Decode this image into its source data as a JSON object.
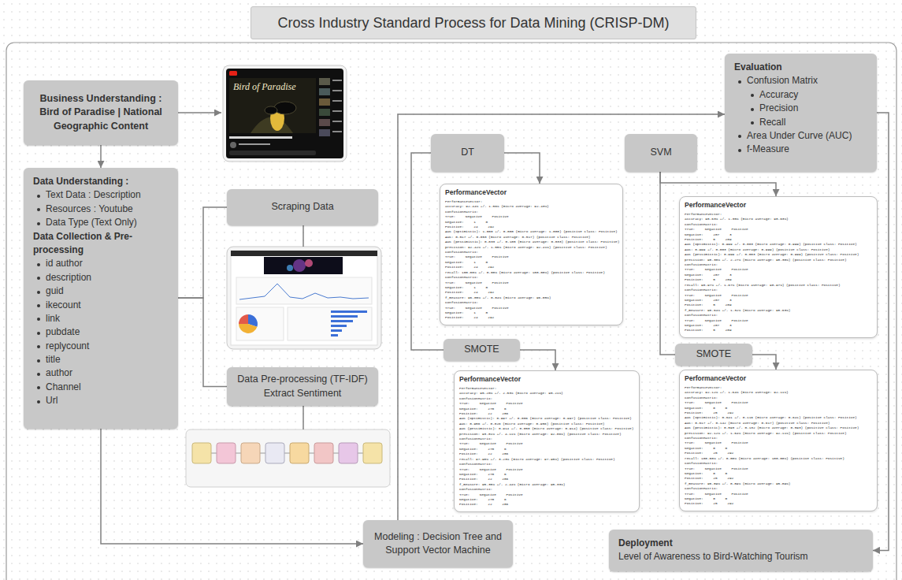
{
  "diagram": {
    "title": "Cross Industry Standard Process for Data Mining (CRISP-DM)",
    "nodes": [
      {
        "text": [
          "Business Understanding :",
          "Bird of Paradise | National Geographic Content"
        ]
      },
      {
        "text": [
          "Data Understanding :",
          "Text Data : Description",
          "Resources : Youtube",
          "Data Type (Text Only)",
          "Data Collection & Pre-processing",
          "id author",
          "description",
          "guid",
          "ikecount",
          "link",
          "pubdate",
          "replycount",
          "title",
          "author",
          "Channel",
          "Url"
        ]
      },
      {
        "text": [
          "Scraping Data"
        ]
      },
      {
        "text": [
          "Data Pre-processing (TF-IDF) Extract Sentiment"
        ]
      },
      {
        "text": [
          "Modeling : Decision Tree and Support Vector Machine"
        ]
      },
      {
        "text": [
          "DT"
        ]
      },
      {
        "text": [
          "PerformanceVector",
          "PerformanceVector:",
          "accuracy: 92.44% +/- 1.56% (micro average: 92.43%)",
          "ConfusionMatrix:",
          "True: Negative Positive",
          "Negative: 1 0",
          "Positive: 24 292",
          "AUC (optimistic): 1.000 +/- 0.000 (micro average: 1.000) (positive class: Positive)",
          "AUC: 0.517 +/- 0.053 (micro average: 0.517) (positive class: Positive)",
          "AUC (pessimistic): 0.033 +/- 0.105 (micro average: 0.033) (positive class: Positive)",
          "precision: 92.42% +/- 1.55% (micro average: 92.41%) (positive class: Positive)",
          "ConfusionMatrix:",
          "True: Negative Positive",
          "Negative: 1 0",
          "Positive: 24 292",
          "recall: 100.00% +/- 0.00% (micro average: 100.00%) (positive class: Positive)",
          "ConfusionMatrix:",
          "True: Negative Positive",
          "Negative: 1 0",
          "Positive: 24 292",
          "f_measure: 96.05% +/- 0.84% (micro average: 96.05%)",
          "ConfusionMatrix:",
          "True: Negative Positive",
          "Negative: 1 0",
          "Positive: 24 292"
        ]
      },
      {
        "text": [
          "SMOTE"
        ]
      },
      {
        "text": [
          "PerformanceVector",
          "PerformanceVector:",
          "accuracy: 95.20% +/- 2.53% (micro average: 95.21%)",
          "ConfusionMatrix:",
          "True: Negative Positive",
          "Negative: 270 6",
          "Positive: 22 286",
          "AUC (optimistic): 0.997 +/- 0.006 (micro average: 0.997) (positive class: Positive)",
          "AUC: 0.956 +/- 0.026 (micro average: 0.956) (positive class: Positive)",
          "AUC (pessimistic): 0.914 +/- 0.050 (micro average: 0.914) (positive class: Positive)",
          "precision: 93.81% +/- 4.11% (micro average: 92.86%) (positive class: Positive)",
          "ConfusionMatrix:",
          "True: Negative Positive",
          "Negative: 270 6",
          "Positive: 22 286",
          "recall: 97.90% +/- 3.23% (micro average: 97.95%) (positive class: Positive)",
          "ConfusionMatrix:",
          "True: Negative Positive",
          "Negative: 270 6",
          "Positive: 22 286",
          "f_measure: 95.35% +/- 2.44% (micro average: 95.33%)",
          "ConfusionMatrix:",
          "True: Negative Positive",
          "Negative: 270 6",
          "Positive: 22 286"
        ]
      },
      {
        "text": [
          "SVM"
        ]
      },
      {
        "text": [
          "PerformanceVector",
          "PerformanceVector:",
          "accuracy: 98.63% +/- 1.35% (micro average: 98.63%)",
          "ConfusionMatrix:",
          "True: Negative Positive",
          "Negative: 207 3",
          "Positive: 5 209",
          "AUC (optimistic): 0.999 +/- 0.003 (micro average: 0.999) (positive class: Positive)",
          "AUC: 0.999 +/- 0.003 (micro average: 0.999) (positive class: Positive)",
          "AUC (pessimistic): 0.999 +/- 0.003 (micro average: 0.999) (positive class: Positive)",
          "precision: 98.30% +/- 2.27% (micro average: 98.30%) (positive class: Positive)",
          "ConfusionMatrix:",
          "True: Negative Positive",
          "Negative: 207 3",
          "Positive: 5 209",
          "recall: 98.97% +/- 1.67% (micro average: 98.97%) (positive class: Positive)",
          "ConfusionMatrix:",
          "True: Negative Positive",
          "Negative: 207 3",
          "Positive: 5 209",
          "f_measure: 98.64% +/- 1.32% (micro average: 98.63%)",
          "ConfusionMatrix:",
          "True: Negative Positive",
          "Negative: 207 3",
          "Positive: 5 209"
        ]
      },
      {
        "text": [
          "SMOTE"
        ]
      },
      {
        "text": [
          "PerformanceVector",
          "PerformanceVector:",
          "accuracy: 92.12% +/- 1.64% (micro average: 92.11%)",
          "ConfusionMatrix:",
          "True: Negative Positive",
          "Negative: 0 0",
          "Positive: 25 292",
          "AUC (optimistic): 0.641 +/- 0.116 (micro average: 0.641) (positive class: Positive)",
          "AUC: 0.617 +/- 0.142 (micro average: 0.617) (positive class: Positive)",
          "AUC (pessimistic): 0.593 +/- 0.132 (micro average: 0.593) (positive class: Positive)",
          "precision: 92.12% +/- 1.64% (micro average: 92.11%) (positive class: Positive)",
          "ConfusionMatrix:",
          "True: Negative Positive",
          "Negative: 0 0",
          "Positive: 25 292",
          "recall: 100.00% +/- 0.00% (micro average: 100.00%) (positive class: Positive)",
          "ConfusionMatrix:",
          "True: Negative Positive",
          "Negative: 0 0",
          "Positive: 25 292",
          "f_measure: 95.89% +/- 0.89% (micro average: 95.89%)",
          "ConfusionMatrix:",
          "True: Negative Positive",
          "Negative: 0 0",
          "Positive: 25 292"
        ]
      },
      {
        "text": [
          "Evaluation",
          "Confusion Matrix",
          "Accuracy",
          "Precision",
          "Recall",
          "Area Under Curve (AUC)",
          "f-Measure"
        ]
      },
      {
        "text": [
          "Deployment",
          "Level of Awareness to Bird-Watching Tourism"
        ]
      }
    ],
    "edges": [
      {
        "from": 0,
        "to": 1,
        "arrow": "to"
      },
      {
        "from": 1,
        "to": 2,
        "arrow": "none"
      },
      {
        "from": 1,
        "to": 3,
        "arrow": "none"
      },
      {
        "from": 1,
        "to": 4,
        "arrow": "to"
      },
      {
        "from": 4,
        "to": 13,
        "arrow": "to"
      },
      {
        "from": 5,
        "to": 6,
        "arrow": "to"
      },
      {
        "from": 5,
        "to": 7,
        "arrow": "none"
      },
      {
        "from": 7,
        "to": 8,
        "arrow": "to"
      },
      {
        "from": 9,
        "to": 10,
        "arrow": "to"
      },
      {
        "from": 9,
        "to": 11,
        "arrow": "none"
      },
      {
        "from": 11,
        "to": 12,
        "arrow": "to"
      },
      {
        "from": 13,
        "to": 14,
        "arrow": "to"
      }
    ],
    "labels": [
      "Bird of Paradise"
    ]
  }
}
